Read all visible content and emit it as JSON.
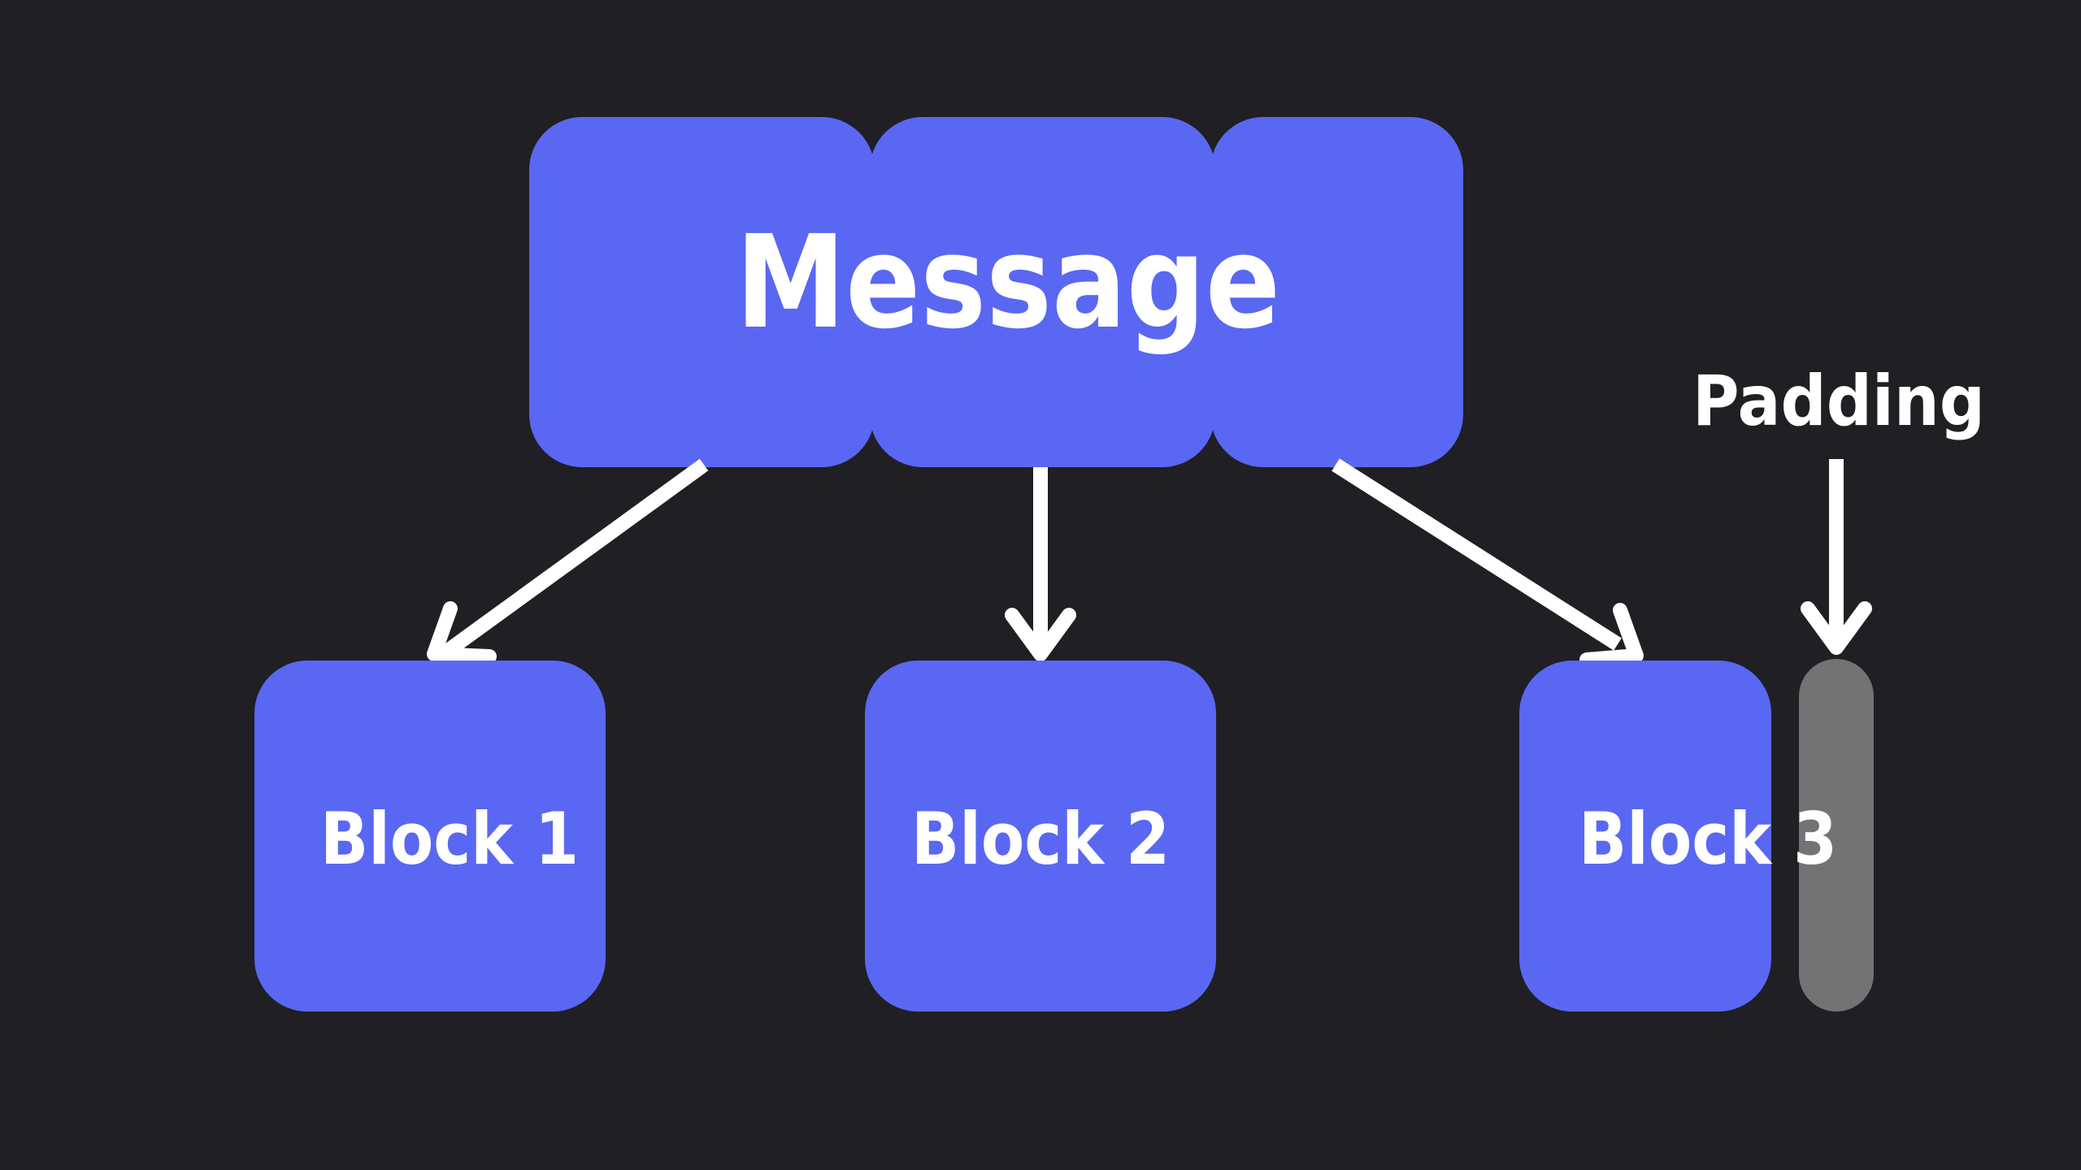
{
  "diagram": {
    "message_label": "Message",
    "block1_label": "Block 1",
    "block2_label": "Block 2",
    "block3_label": "Block 3",
    "padding_label": "Padding"
  },
  "colors": {
    "background": "#1f1f24",
    "block_fill": "#5a67f2",
    "padding_fill": "#737373",
    "arrow": "#ffffff",
    "text": "#ffffff"
  }
}
